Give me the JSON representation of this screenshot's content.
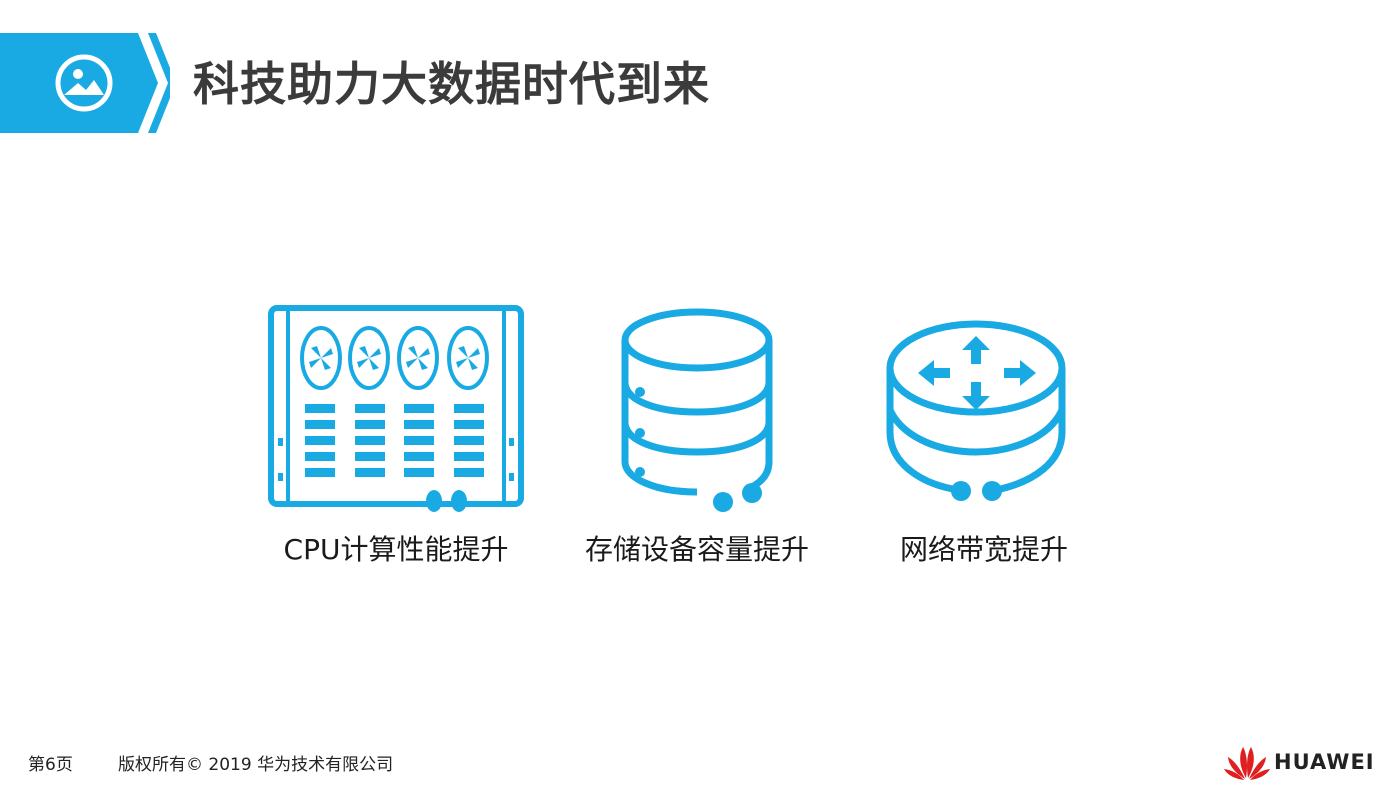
{
  "slide": {
    "title": "科技助力大数据时代到来"
  },
  "features": [
    {
      "label": "CPU计算性能提升",
      "icon": "server-fan-icon"
    },
    {
      "label": "存储设备容量提升",
      "icon": "database-icon"
    },
    {
      "label": "网络带宽提升",
      "icon": "router-icon"
    }
  ],
  "footer": {
    "page": "第6页",
    "copyright": "版权所有© 2019 华为技术有限公司",
    "brand": "HUAWEI"
  },
  "colors": {
    "accent": "#1aaae3",
    "title": "#3b3b3b",
    "logo_red": "#e02020"
  }
}
